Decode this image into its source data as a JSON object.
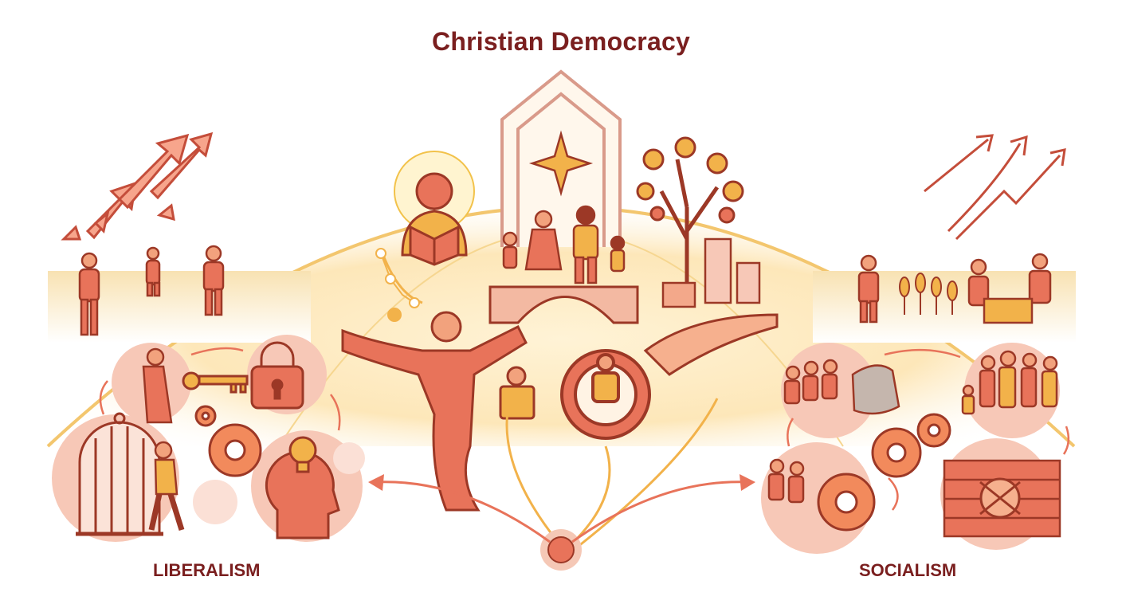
{
  "title": "Christian Democracy",
  "labels": {
    "left": "LIBERALISM",
    "right": "SOCIALISM"
  },
  "colors": {
    "accent": "#e8735a",
    "dark": "#7a1f1f",
    "gold": "#f2b24a",
    "glow": "#fbe6b8"
  }
}
